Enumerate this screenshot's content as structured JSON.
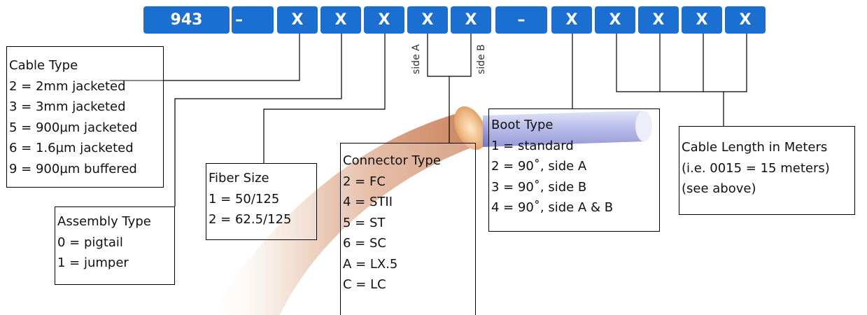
{
  "code_bar": {
    "segments": [
      "943",
      "–",
      "X",
      "X",
      "X",
      "X",
      "X",
      "–",
      "X",
      "X",
      "X",
      "X",
      "X"
    ],
    "color": "#1a6fd0"
  },
  "side_labels": {
    "a": "side A",
    "b": "side B"
  },
  "cable_type": {
    "title": "Cable Type",
    "items": [
      "2 = 2mm jacketed",
      "3 = 3mm jacketed",
      "5 = 900µm jacketed",
      "6 = 1.6µm jacketed",
      "9 = 900µm buffered"
    ]
  },
  "assembly_type": {
    "title": "Assembly Type",
    "items": [
      "0 = pigtail",
      "1 = jumper"
    ]
  },
  "fiber_size": {
    "title": "Fiber Size",
    "items": [
      "1 = 50/125",
      "2 = 62.5/125"
    ]
  },
  "connector_type": {
    "title": "Connector Type",
    "items": [
      "2 = FC",
      "4 = STII",
      "5 = ST",
      "6 = SC",
      "A = LX.5",
      "C = LC"
    ]
  },
  "boot_type": {
    "title": "Boot Type",
    "items": [
      "1 = standard",
      "2 = 90˚, side A",
      "3 = 90˚, side B",
      "4 = 90˚, side A & B"
    ]
  },
  "cable_length": {
    "title": "Cable Length in Meters",
    "items": [
      "(i.e. 0015 = 15 meters)",
      "(see above)"
    ]
  }
}
